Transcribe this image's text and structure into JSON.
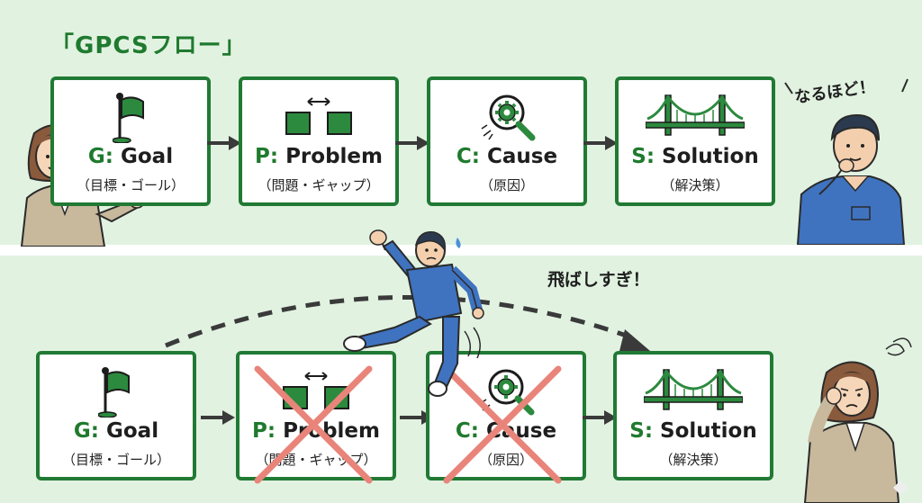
{
  "title": "「GPCSフロー」",
  "steps": [
    {
      "letter": "G:",
      "word": "Goal",
      "sub": "（目標・ゴール）",
      "icon": "flag-icon"
    },
    {
      "letter": "P:",
      "word": "Problem",
      "sub": "（問題・ギャップ）",
      "icon": "gap-icon"
    },
    {
      "letter": "C:",
      "word": "Cause",
      "sub": "（原因）",
      "icon": "magnifier-gear-icon"
    },
    {
      "letter": "S:",
      "word": "Solution",
      "sub": "（解決策）",
      "icon": "bridge-icon"
    }
  ],
  "speech_top": "なるほど！",
  "speech_bottom": "飛ばしすぎ！",
  "colors": {
    "accent": "#1f7a2e",
    "card_border": "#217a34",
    "background": "#e1f2e1",
    "cross": "#e8847a",
    "arrow": "#3a3a3a"
  }
}
